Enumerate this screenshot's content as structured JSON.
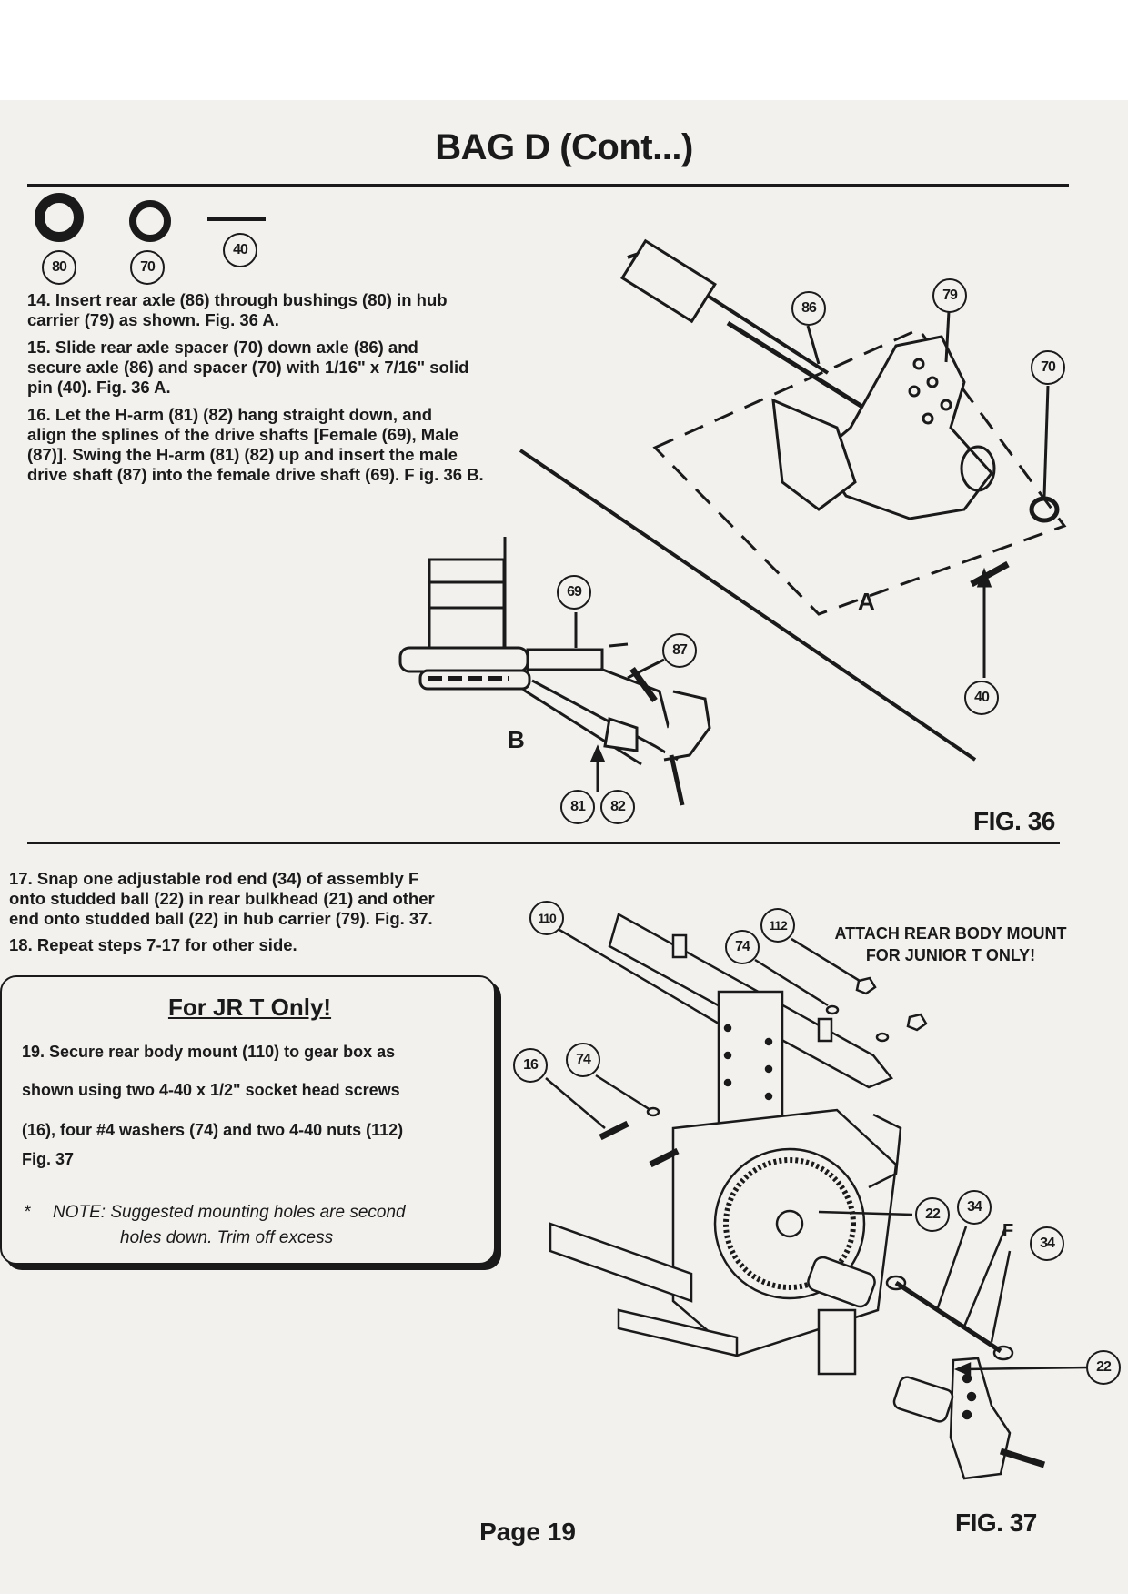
{
  "header": {
    "title": "BAG D (Cont...)"
  },
  "parts": {
    "bushing": "80",
    "spacer": "70",
    "pin": "40"
  },
  "steps": {
    "s14": [
      "14. Insert rear axle (86) through bushings (80) in hub",
      "carrier (79) as shown.  Fig. 36 A."
    ],
    "s15": [
      "15.  Slide rear axle spacer (70) down axle (86) and",
      "secure axle (86) and spacer (70) with 1/16\" x 7/16\" solid",
      "pin (40).  Fig.  36 A."
    ],
    "s16": [
      "16. Let the H-arm (81) (82) hang straight down, and",
      "align the splines of the drive shafts [Female (69), Male",
      "(87)]. Swing the H-arm (81) (82) up and insert the male",
      "drive shaft (87) into the female drive shaft (69). F ig. 36 B."
    ],
    "s17": [
      "17.  Snap one adjustable rod end (34) of assembly F",
      "onto studded ball (22) in rear bulkhead (21) and other",
      "end onto studded ball (22) in hub carrier (79).  Fig.  37."
    ],
    "s18": "18.  Repeat steps 7-17 for other side."
  },
  "fig36": {
    "label": "FIG. 36",
    "sub_a": "A",
    "sub_b": "B",
    "callouts": [
      "86",
      "79",
      "70",
      "40",
      "69",
      "87",
      "81",
      "82"
    ]
  },
  "fig37": {
    "label": "FIG. 37",
    "attach_note": [
      "ATTACH REAR BODY MOUNT",
      "FOR JUNIOR T ONLY!"
    ],
    "sub_f": "F",
    "callouts": [
      "110",
      "112",
      "74",
      "16",
      "74",
      "22",
      "34",
      "34",
      "22"
    ]
  },
  "jr_box": {
    "title": "For JR T Only!",
    "lines": [
      "19. Secure rear body mount (110) to gear box as",
      "shown using two 4-40 x 1/2\" socket head screws",
      "(16), four #4 washers (74) and two 4-40 nuts (112)",
      "Fig. 37"
    ],
    "note_star": "*",
    "note": [
      "NOTE: Suggested mounting holes are second",
      "holes down. Trim off excess"
    ]
  },
  "footer": {
    "page": "Page 19"
  }
}
